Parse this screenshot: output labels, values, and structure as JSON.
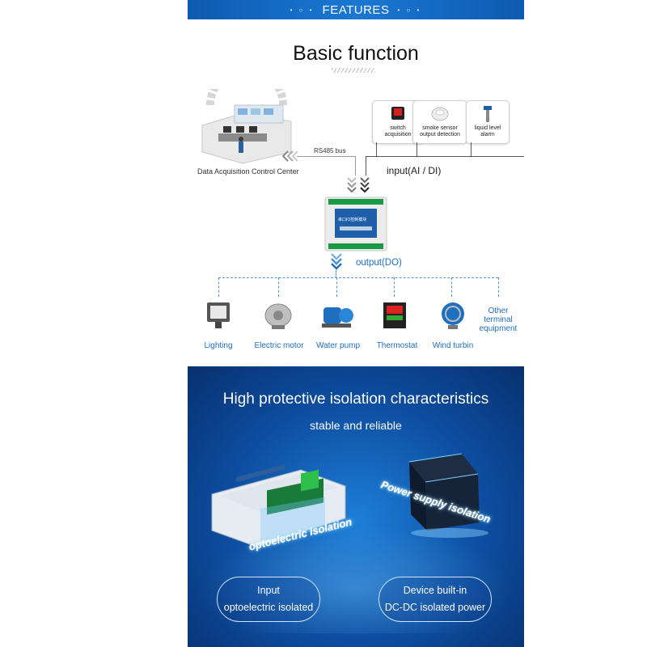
{
  "banner": {
    "dots_left": "• ○ •",
    "title": "FEATURES",
    "dots_right": "• ○ •"
  },
  "basic": {
    "title": "Basic function",
    "control_center": "Data Acquisition Control Center",
    "bus": "RS485 bus",
    "input": "input(AI / DI)",
    "output": "output(DO)",
    "sensors": [
      {
        "line1": "switch",
        "line2": "acquisition"
      },
      {
        "line1": "smoke sensor",
        "line2": "output detection"
      },
      {
        "line1": "liquid level",
        "line2": "alarm"
      }
    ],
    "devices": [
      "Lighting",
      "Electric motor",
      "Water pump",
      "Thermostat",
      "Wind turbin"
    ],
    "other_terminal": {
      "line1": "Other",
      "line2": "terminal",
      "line3": "equipment"
    },
    "module_label": "串口IO控制模块"
  },
  "isolation": {
    "title": "High protective isolation characteristics",
    "subtitle": "stable and reliable",
    "opto_label": "optoelectric isolation",
    "power_label": "Power supply isolation",
    "left_pill": {
      "line1": "Input",
      "line2": "optoelectric isolated"
    },
    "right_pill": {
      "line1": "Device built-in",
      "line2": "DC-DC isolated power"
    }
  },
  "colors": {
    "banner_blue": "#1a78d2",
    "label_blue": "#1f6fc0",
    "panel_blue": "#0d4da0"
  }
}
